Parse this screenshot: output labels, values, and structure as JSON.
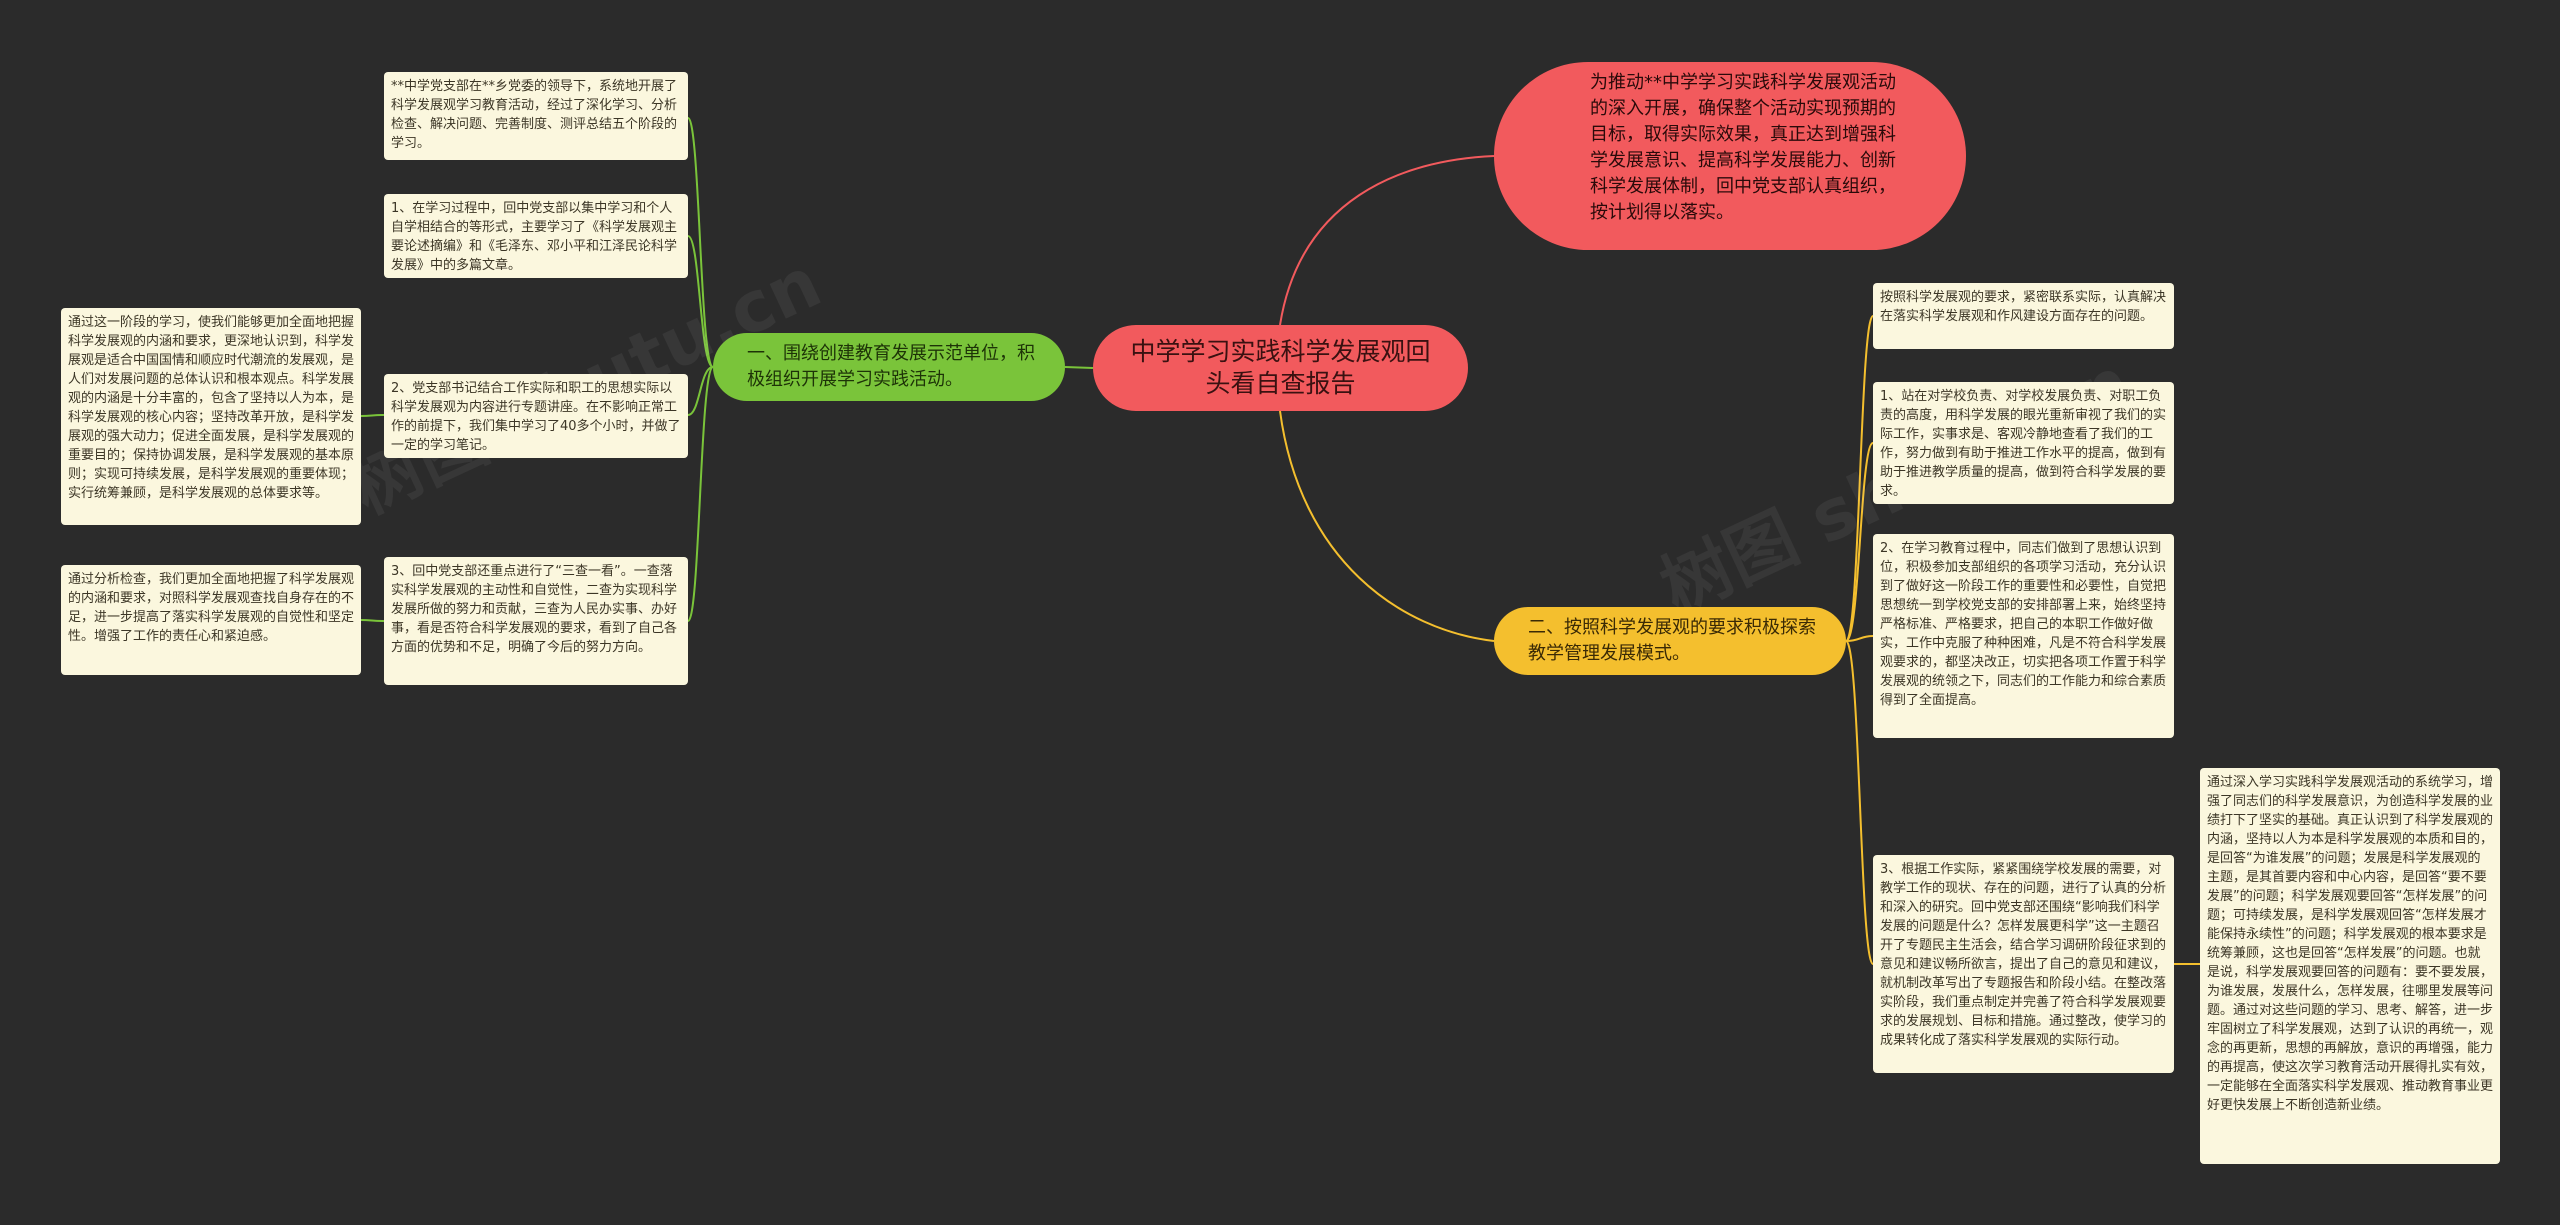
{
  "title": "中学学习实践科学发展观回头看自查报告",
  "colors": {
    "background": "#2b2b2b",
    "root": "#f25a5d",
    "branch_red": "#f25a5d",
    "branch_green": "#7ac43a",
    "branch_yellow": "#f4bf2e",
    "leaf_bg": "#fbf7de"
  },
  "branches": {
    "red": "为推动**中学学习实践科学发展观活动的深入开展，确保整个活动实现预期的目标，取得实际效果，真正达到增强科学发展意识、提高科学发展能力、创新科学发展体制，回中党支部认真组织，按计划得以落实。",
    "green": {
      "label": "一、围绕创建教育发展示范单位，积极组织开展学习实践活动。",
      "leaves": [
        "**中学党支部在**乡党委的领导下，系统地开展了科学发展观学习教育活动，经过了深化学习、分析检查、解决问题、完善制度、测评总结五个阶段的学习。",
        "1、在学习过程中，回中党支部以集中学习和个人自学相结合的等形式，主要学习了《科学发展观主要论述摘编》和《毛泽东、邓小平和江泽民论科学发展》中的多篇文章。",
        "2、党支部书记结合工作实际和职工的思想实际以科学发展观为内容进行专题讲座。在不影响正常工作的前提下，我们集中学习了40多个小时，并做了一定的学习笔记。",
        "3、回中党支部还重点进行了“三查一看”。一查落实科学发展观的主动性和自觉性，二查为实现科学发展所做的努力和贡献，三查为人民办实事、办好事，看是否符合科学发展观的要求，看到了自己各方面的优势和不足，明确了今后的努力方向。"
      ],
      "sub_leaves": [
        "通过这一阶段的学习，使我们能够更加全面地把握科学发展观的内涵和要求，更深地认识到，科学发展观是适合中国国情和顺应时代潮流的发展观，是人们对发展问题的总体认识和根本观点。科学发展观的内涵是十分丰富的，包含了坚持以人为本，是科学发展观的核心内容；坚持改革开放，是科学发展观的强大动力；促进全面发展，是科学发展观的重要目的；保持协调发展，是科学发展观的基本原则；实现可持续发展，是科学发展观的重要体现；实行统筹兼顾，是科学发展观的总体要求等。",
        "通过分析检查，我们更加全面地把握了科学发展观的内涵和要求，对照科学发展观查找自身存在的不足，进一步提高了落实科学发展观的自觉性和坚定性。增强了工作的责任心和紧迫感。"
      ]
    },
    "yellow": {
      "label": "二、按照科学发展观的要求积极探索教学管理发展模式。",
      "leaves": [
        "按照科学发展观的要求，紧密联系实际，认真解决在落实科学发展观和作风建设方面存在的问题。",
        "1、站在对学校负责、对学校发展负责、对职工负责的高度，用科学发展的眼光重新审视了我们的实际工作，实事求是、客观冷静地查看了我们的工作，努力做到有助于推进工作水平的提高，做到有助于推进教学质量的提高，做到符合科学发展的要求。",
        "2、在学习教育过程中，同志们做到了思想认识到位，积极参加支部组织的各项学习活动，充分认识到了做好这一阶段工作的重要性和必要性，自觉把思想统一到学校党支部的安排部署上来，始终坚持严格标准、严格要求，把自己的本职工作做好做实，工作中克服了种种困难，凡是不符合科学发展观要求的，都坚决改正，切实把各项工作置于科学发展观的统领之下，同志们的工作能力和综合素质得到了全面提高。",
        "3、根据工作实际，紧紧围绕学校发展的需要，对教学工作的现状、存在的问题，进行了认真的分析和深入的研究。回中党支部还围绕“影响我们科学发展的问题是什么？怎样发展更科学”这一主题召开了专题民主生活会，结合学习调研阶段征求到的意见和建议畅所欲言，提出了自己的意见和建议，就机制改革写出了专题报告和阶段小结。在整改落实阶段，我们重点制定并完善了符合科学发展观要求的发展规划、目标和措施。通过整改，使学习的成果转化成了落实科学发展观的实际行动。"
      ],
      "sub_leaf": "通过深入学习实践科学发展观活动的系统学习，增强了同志们的科学发展意识，为创造科学发展的业绩打下了坚实的基础。真正认识到了科学发展观的内涵，坚持以人为本是科学发展观的本质和目的，是回答“为谁发展”的问题；发展是科学发展观的主题，是其首要内容和中心内容，是回答“要不要发展”的问题；科学发展观要回答“怎样发展”的问题；可持续发展，是科学发展观回答“怎样发展才能保持永续性”的问题；科学发展观的根本要求是统筹兼顾，这也是回答“怎样发展”的问题。也就是说，科学发展观要回答的问题有：要不要发展，为谁发展，发展什么，怎样发展，往哪里发展等问题。通过对这些问题的学习、思考、解答，进一步牢固树立了科学发展观，达到了认识的再统一，观念的再更新，思想的再解放，意识的再增强，能力的再提高，使这次学习教育活动开展得扎实有效，一定能够在全面落实科学发展观、推动教育事业更好更快发展上不断创造新业绩。"
    }
  }
}
